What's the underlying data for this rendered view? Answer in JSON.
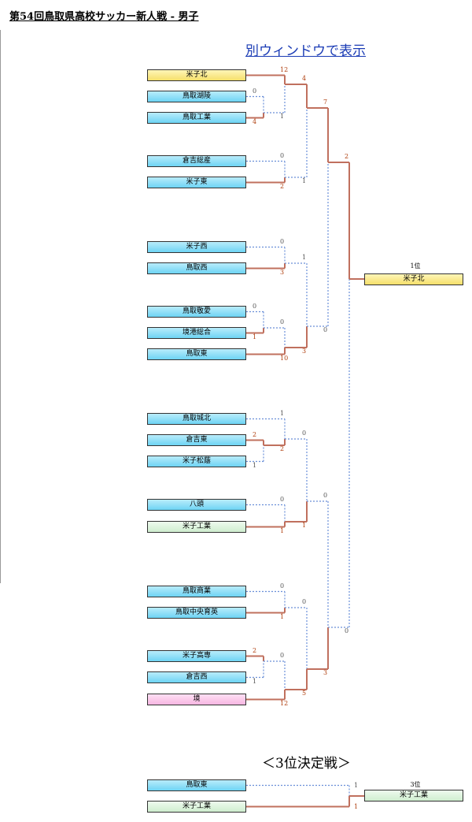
{
  "header": {
    "title": "第54回鳥取県高校サッカー新人戦 - 男子",
    "open_window_link": "別ウィンドウで表示"
  },
  "colors": {
    "win_line": "#c0705e",
    "lose_line": "#6a8fd8",
    "win_score": "#b04010",
    "lose_score": "#555555",
    "team_blue": "#6ed4f4",
    "team_yellow": "#f5df6a",
    "team_green": "#cfeecf",
    "team_pink": "#f7b6e2"
  },
  "bracket": {
    "teams": [
      {
        "name": "米子北",
        "color": "yellow"
      },
      {
        "name": "鳥取湖陵",
        "color": "blue"
      },
      {
        "name": "鳥取工業",
        "color": "blue"
      },
      {
        "name": "倉吉総産",
        "color": "blue"
      },
      {
        "name": "米子東",
        "color": "blue"
      },
      {
        "name": "米子西",
        "color": "blue"
      },
      {
        "name": "鳥取西",
        "color": "blue"
      },
      {
        "name": "鳥取敬愛",
        "color": "blue"
      },
      {
        "name": "境港総合",
        "color": "blue"
      },
      {
        "name": "鳥取東",
        "color": "blue"
      },
      {
        "name": "鳥取城北",
        "color": "blue"
      },
      {
        "name": "倉吉東",
        "color": "blue"
      },
      {
        "name": "米子松蔭",
        "color": "blue"
      },
      {
        "name": "八頭",
        "color": "blue"
      },
      {
        "name": "米子工業",
        "color": "green"
      },
      {
        "name": "鳥取商業",
        "color": "blue"
      },
      {
        "name": "鳥取中央育英",
        "color": "blue"
      },
      {
        "name": "米子高専",
        "color": "blue"
      },
      {
        "name": "倉吉西",
        "color": "blue"
      },
      {
        "name": "境",
        "color": "pink"
      }
    ],
    "matches": [
      {
        "id": "m1",
        "round": 1,
        "a": 1,
        "b": 2,
        "score_a": "0",
        "score_b": "4",
        "winner": "b"
      },
      {
        "id": "m2",
        "round": 1,
        "a": 7,
        "b": 8,
        "score_a": "0",
        "score_b": "1",
        "winner": "b"
      },
      {
        "id": "m3",
        "round": 1,
        "a": 11,
        "b": 12,
        "score_a": "2",
        "score_b": "1",
        "winner": "a"
      },
      {
        "id": "m4",
        "round": 1,
        "a": 17,
        "b": 18,
        "score_a": "2",
        "score_b": "1",
        "winner": "a"
      },
      {
        "id": "m5",
        "round": 2,
        "a": 0,
        "b": "m1",
        "score_a": "12",
        "score_b": "1",
        "winner": "a"
      },
      {
        "id": "m6",
        "round": 2,
        "a": 3,
        "b": 4,
        "score_a": "0",
        "score_b": "2",
        "winner": "b"
      },
      {
        "id": "m7",
        "round": 2,
        "a": 5,
        "b": 6,
        "score_a": "0",
        "score_b": "3",
        "winner": "b"
      },
      {
        "id": "m8",
        "round": 2,
        "a": "m2",
        "b": 9,
        "score_a": "0",
        "score_b": "10",
        "winner": "b"
      },
      {
        "id": "m9",
        "round": 2,
        "a": 10,
        "b": "m3",
        "score_a": "1",
        "score_b": "2",
        "winner": "b"
      },
      {
        "id": "m10",
        "round": 2,
        "a": 13,
        "b": 14,
        "score_a": "0",
        "score_b": "1",
        "winner": "b"
      },
      {
        "id": "m11",
        "round": 2,
        "a": 15,
        "b": 16,
        "score_a": "0",
        "score_b": "1",
        "winner": "b"
      },
      {
        "id": "m12",
        "round": 2,
        "a": "m4",
        "b": 19,
        "score_a": "0",
        "score_b": "12",
        "winner": "b"
      },
      {
        "id": "m13",
        "round": 3,
        "a": "m5",
        "b": "m6",
        "score_a": "4",
        "score_b": "1",
        "winner": "a"
      },
      {
        "id": "m14",
        "round": 3,
        "a": "m7",
        "b": "m8",
        "score_a": "1",
        "score_b": "3",
        "winner": "b"
      },
      {
        "id": "m15",
        "round": 3,
        "a": "m9",
        "b": "m10",
        "score_a": "0",
        "score_b": "1",
        "winner": "b"
      },
      {
        "id": "m16",
        "round": 3,
        "a": "m11",
        "b": "m12",
        "score_a": "0",
        "score_b": "5",
        "winner": "b"
      },
      {
        "id": "m17",
        "round": 4,
        "a": "m13",
        "b": "m14",
        "score_a": "7",
        "score_b": "0",
        "winner": "a"
      },
      {
        "id": "m18",
        "round": 4,
        "a": "m15",
        "b": "m16",
        "score_a": "0",
        "score_b": "3",
        "winner": "b"
      },
      {
        "id": "m19",
        "round": 5,
        "a": "m17",
        "b": "m18",
        "score_a": "2",
        "score_b": "0",
        "winner": "a"
      }
    ],
    "champion": {
      "label": "1位",
      "team": "米子北"
    }
  },
  "third_place": {
    "title": "＜3位決定戦＞",
    "team_a": {
      "name": "鳥取東",
      "color": "blue",
      "score": "1"
    },
    "team_b": {
      "name": "米子工業",
      "color": "green",
      "score": "1"
    },
    "winner": "b",
    "result": {
      "label": "3位",
      "team": "米子工業"
    }
  }
}
